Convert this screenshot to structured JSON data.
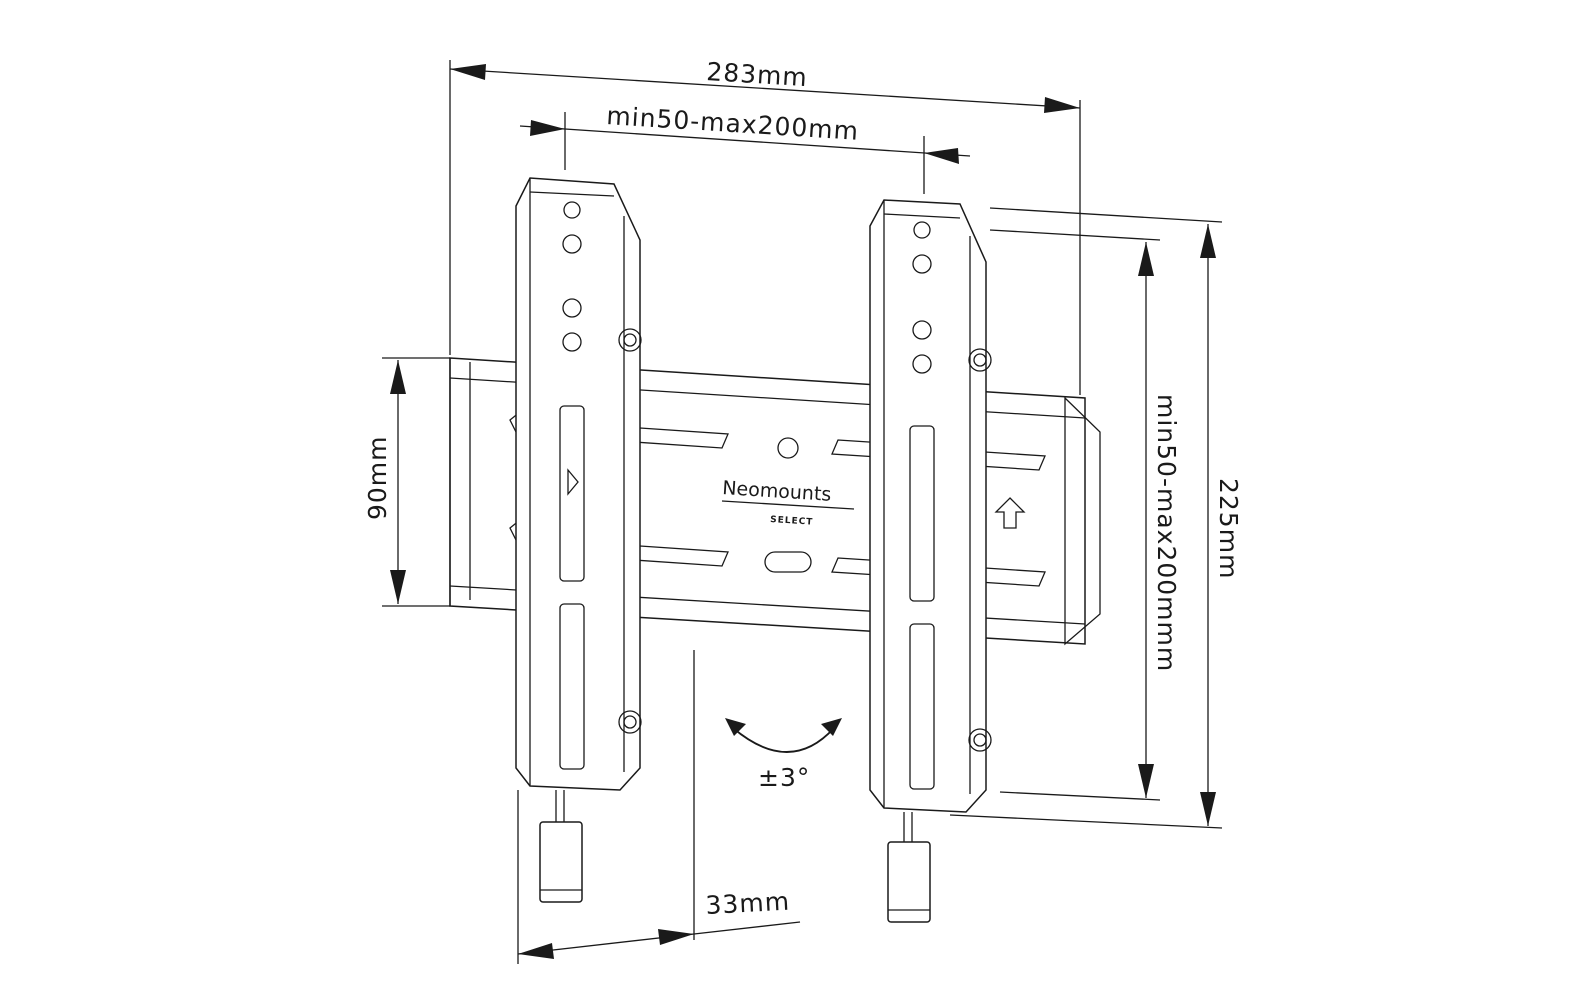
{
  "dimensions": {
    "total_width": "283mm",
    "vesa_horizontal": "min50-max200mm",
    "rail_height": "90mm",
    "vesa_vertical": "min50-max200mmm",
    "total_height": "225mm",
    "tilt": "±3°",
    "wall_distance": "33mm"
  },
  "logo": {
    "brand": "Neomounts",
    "line": "SELECT"
  }
}
